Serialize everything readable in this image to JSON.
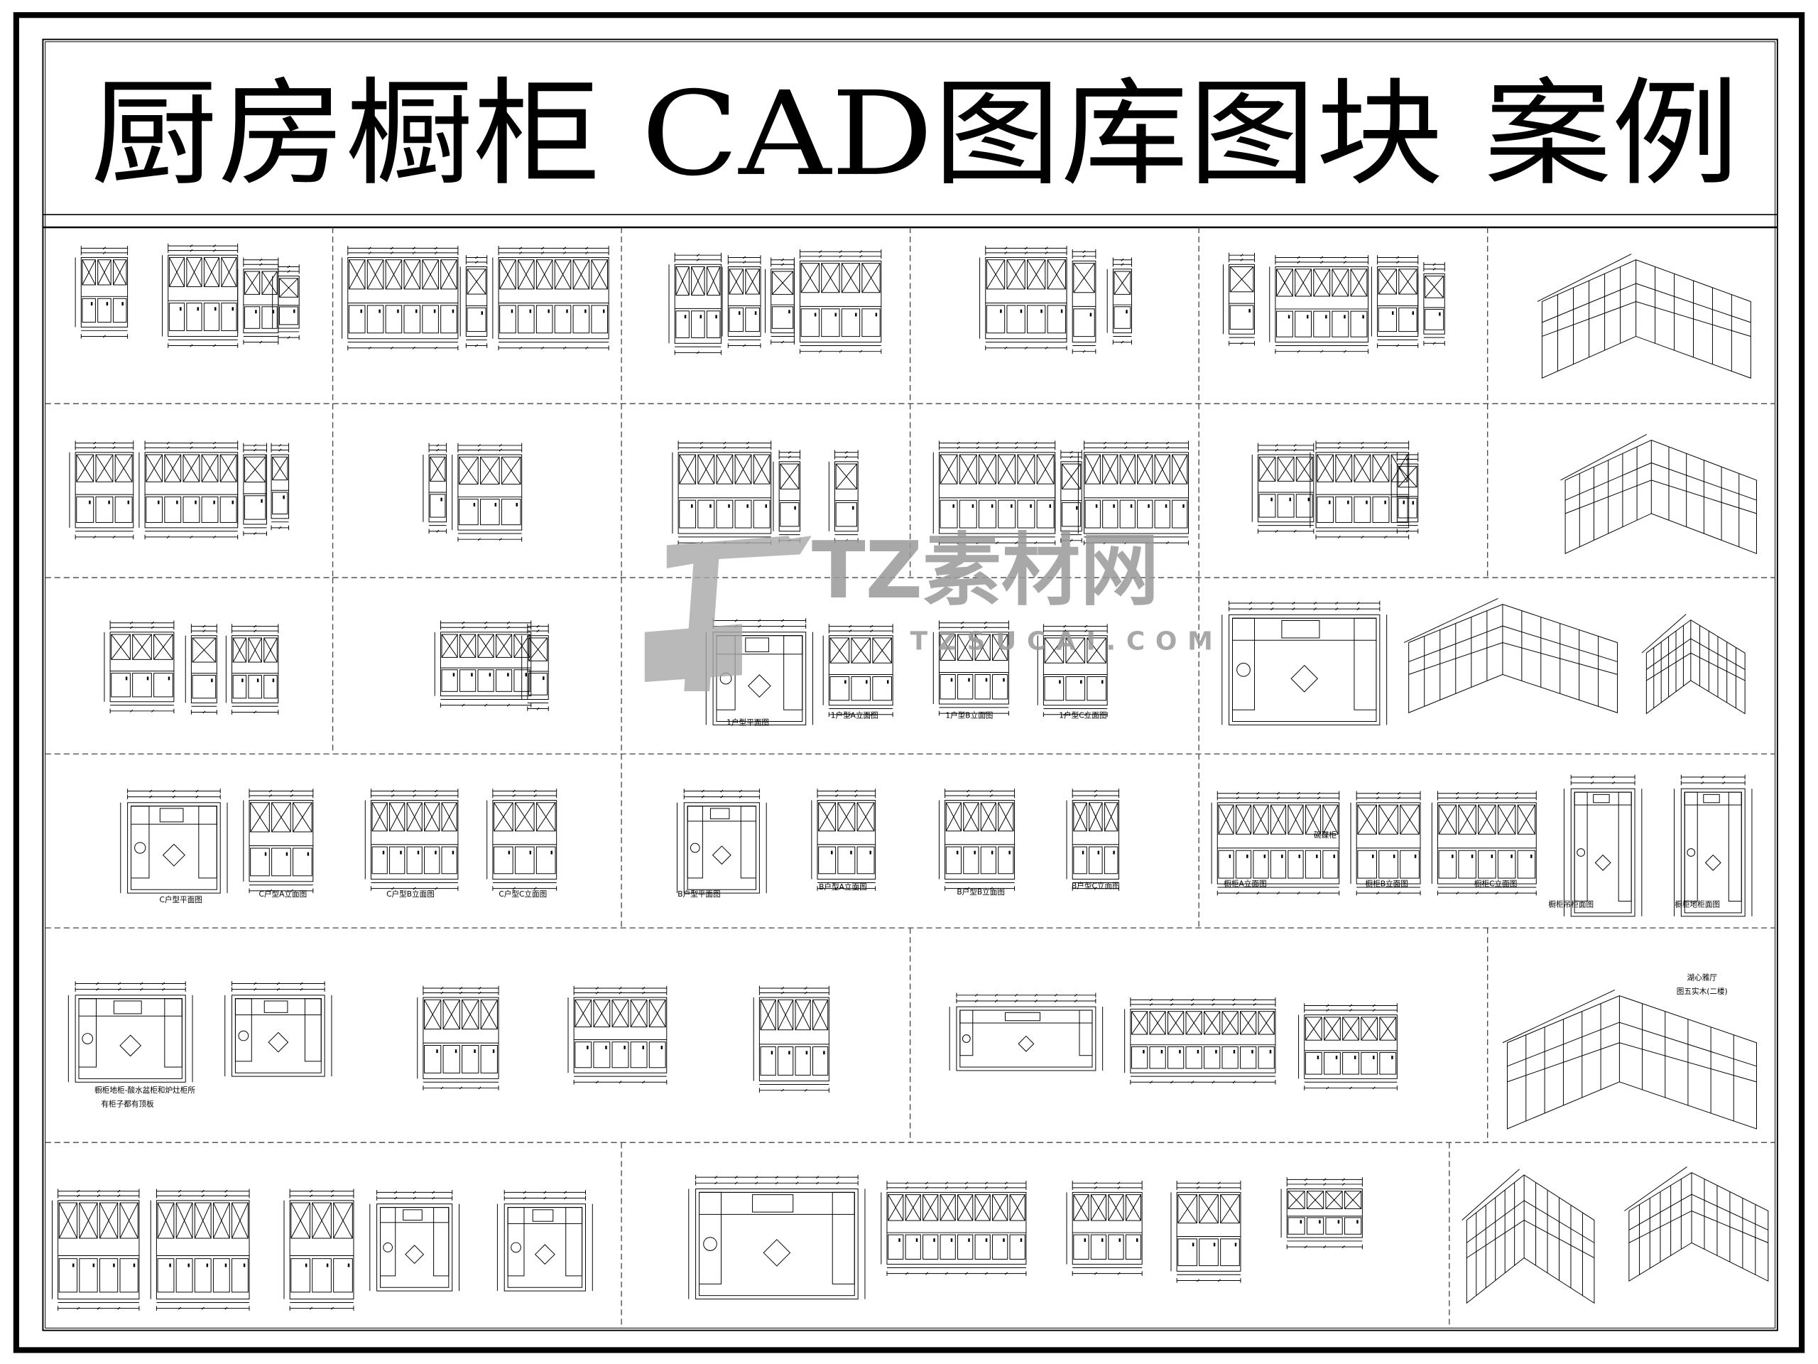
{
  "title": "厨房橱柜 CAD图库图块 案例",
  "watermark": {
    "brand": "TZ素材网",
    "url": "TZSUCAI.COM"
  },
  "captions": {
    "row3": [
      "1户型平面图",
      "1户型A立面图",
      "1户型B立面图",
      "1户型C立面图"
    ],
    "row4": [
      "C户型平面图",
      "C户型A立面图",
      "C户型B立面图",
      "C户型C立面图",
      "B户型平面图",
      "B户型A立面图",
      "B户型B立面图",
      "B户型C立面图",
      "橱柜A立面图",
      "橱柜B立面图",
      "橱柜C立面图",
      "碗碟柜",
      "橱柜吊柜面图",
      "橱柜地柜面图"
    ],
    "row5": [
      "橱柜地柜-酸水盆柜和炉灶柜所",
      "有柜子都有顶板",
      "湖心雅厅",
      "图五实木(二楼)"
    ]
  },
  "colors": {
    "line": "#000000",
    "watermark": "#9a9a9a",
    "background": "#ffffff"
  }
}
